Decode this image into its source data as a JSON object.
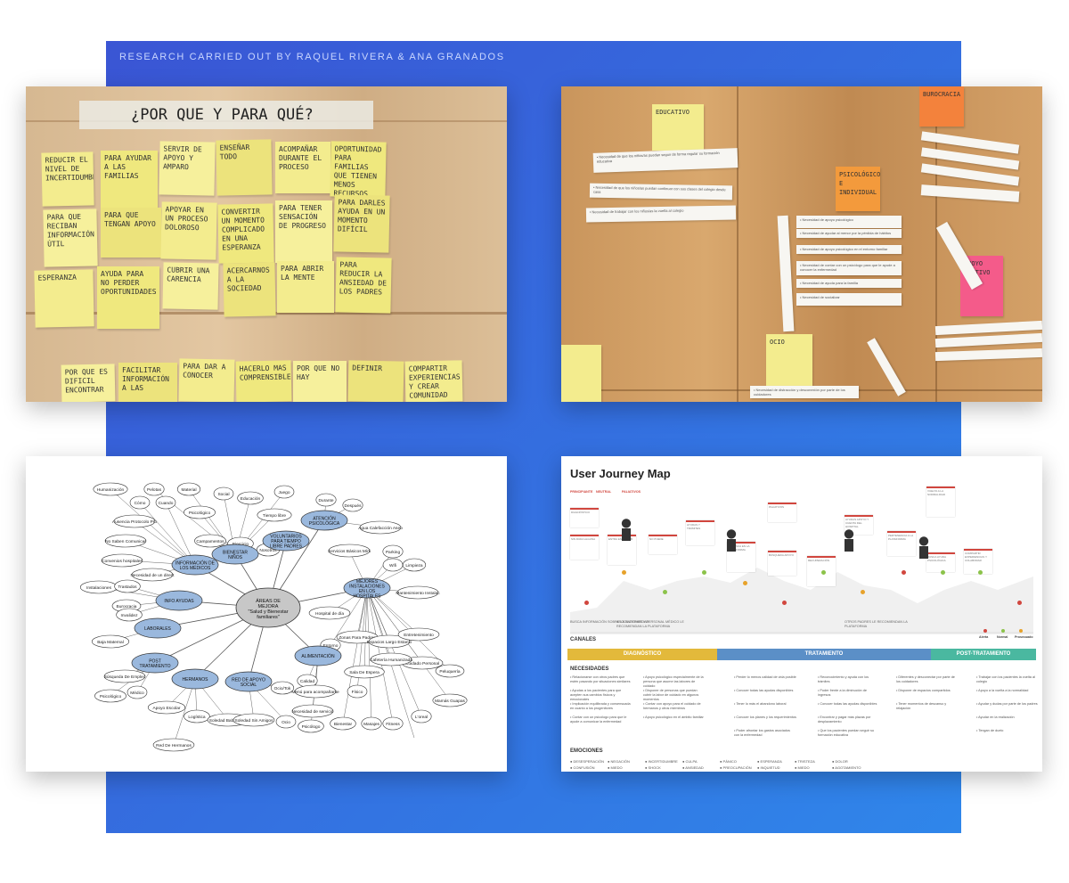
{
  "credit": "RESEARCH CARRIED OUT BY RAQUEL RIVERA & ANA GRANADOS",
  "colors": {
    "panel_start": "#3a55d4",
    "panel_end": "#2f86ea",
    "diagnostico": "#e3b93b",
    "tratamiento": "#5b8fc7",
    "post": "#4ab8a0"
  },
  "board1": {
    "heading": "¿POR QUE Y PARA QUÉ?",
    "notes": [
      "REDUCIR EL NIVEL DE INCERTIDUMBRE",
      "PARA AYUDAR A LAS FAMILIAS",
      "SERVIR DE APOYO Y AMPARO",
      "ENSEÑAR TODO",
      "ACOMPAÑAR DURANTE EL PROCESO",
      "OPORTUNIDAD PARA FAMILIAS QUE TIENEN MENOS RECURSOS",
      "PARA QUE RECIBAN INFORMACIÓN ÚTIL",
      "PARA QUE TENGAN APOYO",
      "APOYAR EN UN PROCESO DOLOROSO",
      "CONVERTIR UN MOMENTO COMPLICADO EN UNA ESPERANZA",
      "PARA TENER SENSACIÓN DE PROGRESO",
      "PARA DARLES AYUDA EN UN MOMENTO DIFÍCIL",
      "ESPERANZA",
      "AYUDA PARA NO PERDER OPORTUNIDADES",
      "CUBRIR UNA CARENCIA",
      "ACERCARNOS A LA SOCIEDAD",
      "PARA ABRIR LA MENTE",
      "PARA REDUCIR LA ANSIEDAD DE LOS PADRES",
      "POR QUE ES DIFICIL ENCONTRAR",
      "FACILITAR INFORMACIÓN A LAS",
      "PARA DAR A CONOCER",
      "HACERLO MAS COMPRENSIBLE",
      "POR QUE NO HAY",
      "DEFINIR",
      "COMPARTIR EXPERIENCIAS Y CREAR COMUNIDAD"
    ]
  },
  "board2": {
    "notes": [
      "EDUCATIVO",
      "PSICOLÓGICO E INDIVIDUAL",
      "BUROCRACIA",
      "OCIO",
      "APOYO EMOTIVO"
    ],
    "strips": [
      "Necesidad de que los niños/as puedan seguir de forma regular su formación educativa",
      "Necesidad de que los niños/as puedan continuar con sus clases del colegio desde casa",
      "Necesidad de trabajar con los niños/as la vuelta al colegio",
      "Necesidad de apoyo psicológico",
      "Necesidad de ayudar al menor por la pérdida de hábitos",
      "Necesidad de apoyo psicológico en el entorno familiar",
      "Necesidad de contar con un psicólogo para que le ayude a conocer la enfermedad",
      "Necesidad de ayuda para la familia",
      "Necesidad de socializar",
      "Necesidad de distracción y desconexión por parte de los cuidadores"
    ]
  },
  "board3": {
    "center": "ÁREAS DE MEJORA \"Salud y Bienestar familiares\"",
    "hubs": [
      "BIENESTAR NIÑOS",
      "ATENCIÓN PSICOLÓGICA",
      "VOLUNTARIOS PARA TIEMPO LIBRE PADRES",
      "INFORMACIÓN DE LOS MÉDICOS",
      "MEJORES INSTALACIONES EN LOS HOSPITALES",
      "INFO AYUDAS",
      "LABORALES",
      "POST TRATAMIENTO",
      "HERMANOS",
      "RED DE APOYO SOCIAL",
      "ALIMENTACIÓN"
    ],
    "leaves": [
      "Humanización",
      "Pelotas",
      "Material",
      "Social",
      "Educación",
      "Juego",
      "Durante",
      "Agua Calefacción Aseo en Habitaciones",
      "Cómo",
      "Cuando",
      "Psicológico",
      "Tiempo libre",
      "Después",
      "Ausencia Protocolo Pro Familia",
      "Campamentos",
      "Ejercicio",
      "Nosotros",
      "No Saben Comunicar",
      "Convenios hospitales",
      "Necesidad de un directorio de ayudas",
      "Servicios Básicos Mínimos",
      "Parking",
      "Wifi",
      "Limpieza",
      "Mantenimiento Instalaciones",
      "Instalaciones",
      "Trastados",
      "Burocracia",
      "Invalidez",
      "Baja Maternal",
      "Búsqueda De Empleo",
      "Psicológico",
      "Médico",
      "Apoyo Escolar",
      "Logística",
      "Red De Hermanos",
      "Soledad Babysitting",
      "Soledad Sin Amigos",
      "Ocio",
      "Ocio/Tok",
      "Calidad",
      "Menú para acompañante",
      "Necesidad de servicio",
      "Psicólogo",
      "Hospital de día",
      "Entorno",
      "Sala De Espera",
      "Zonas Para Padres",
      "Espacios Largo Estancia",
      "Entretenimiento",
      "Cuidado Personal",
      "Cafetería Humanizada",
      "Físico",
      "Bienestar",
      "Masajes",
      "Fitness",
      "Peluquería",
      "Mamás Guapas",
      "L'oreal"
    ]
  },
  "board4": {
    "title": "User Journey Map",
    "tags": [
      "PRINCIPIANTE",
      "NEUTRAL",
      "PALIATIVOS"
    ],
    "channels_label": "CANALES",
    "channels": [
      "BUSCA INFORMACIÓN SOBRE LA ENFERMEDAD",
      "ASOCIACIONES Y PERSONAL MÉDICO LE RECOMIENDAN LA PLATAFORMA",
      "OTROS PADRES LE RECOMIENDAN LA PLATAFORMA"
    ],
    "legend": [
      "Alerta",
      "Normal",
      "Prosecuado"
    ],
    "phases": [
      "DIAGNÓSTICO",
      "TRATAMIENTO",
      "POST-TRATAMIENTO"
    ],
    "needs_label": "NECESIDADES",
    "emotions_label": "EMOCIONES",
    "emotions": [
      "DESESPERACIÓN",
      "CONFUSIÓN",
      "NEGACIÓN",
      "MIEDO",
      "INCERTIDUMBRE",
      "SHOCK",
      "CULPA",
      "ANSIEDAD",
      "PÁNICO",
      "PREOCUPACIÓN",
      "ESPERANZA",
      "INQUIETUD",
      "TRISTEZA",
      "MIEDO",
      "DOLOR",
      "AGOTAMIENTO"
    ],
    "steps": [
      "DIAGNÓSTICO",
      "SIN DUDA ALGUNA",
      "ENTRA EN LA WEB",
      "NO PUEDE",
      "AYUDAS Y TRÁMITES",
      "SE BUSCA EN LA PLATAFORMA",
      "PALIATIVOS",
      "BÚSQUEDA APOYO",
      "RECUPERACIÓN",
      "AYUDAS APOYO Y CUENTA DEL HOSPITAL",
      "PERTENENCIA A LA PLATAFORMA",
      "VUELTA A LA NORMALIDAD",
      "BUSCA AYUDA PSICOLÓGICA",
      "COMPARTIR EXPERIENCIAS Y COLABORAR"
    ],
    "needs": [
      "Relacionarse con otros padres que estén pasando por situaciones similares",
      "Ayudas a los pacientes para que acepten sus cambios físicos y emocionales",
      "Implicación equilibrada y consensuada en cuanto a los progenitores",
      "Contar con un psicólogo para que le ayude a comunicar la enfermedad",
      "Apoyo psicológico especialmente de la persona que asume las labores de cuidado",
      "Disponer de personas que puedan cubrir la labor de cuidado en algunos momentos",
      "Contar con apoyo para el cuidado de hermanos y otros miembros",
      "Apoyo psicológico en el ámbito familiar",
      "Perder lo menos calidad de vida posible",
      "Conocer todas las ayudas disponibles",
      "Tener lo más el abandono laboral",
      "Conocer los planes y los requerimientos",
      "Poder afrontar los gastos asociados con la enfermedad",
      "Reconocimiento y ayuda con los trámites",
      "Poder frente a la diminución de ingresos",
      "Conocer todas las ayudas disponibles",
      "Encontrar y pagar más plazas por desplazamiento",
      "Que los pacientes puedan seguir su formación educativa",
      "Diferentes y desconectar por parte de los cuidadores",
      "Disponer de espacios compartidos",
      "Tener momentos de descanso y relajación",
      "Trabajar con los pacientes la vuelta al colegio",
      "Apoyo a la vuelta a la normalidad",
      "Ayudar y dudas por parte de los padres",
      "Ayudar en la realización",
      "Tengan de duelo"
    ]
  }
}
